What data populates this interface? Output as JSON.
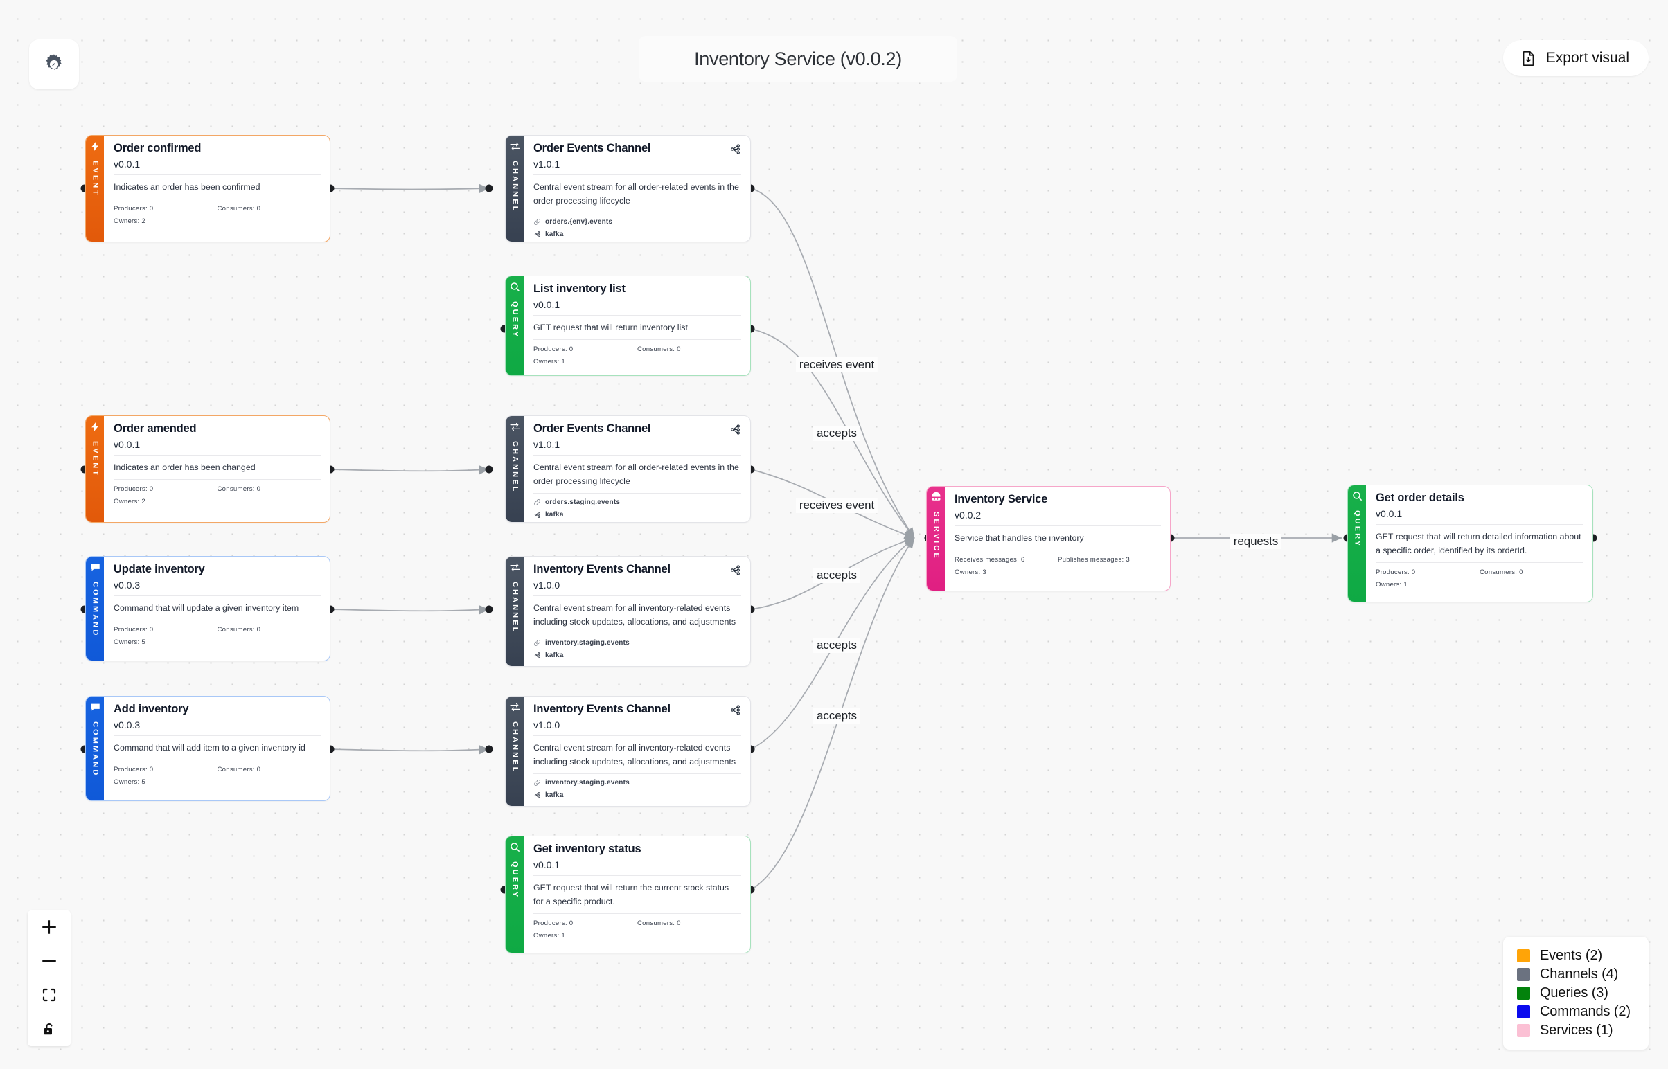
{
  "header": {
    "title": "Inventory Service (v0.0.2)",
    "export_label": "Export visual",
    "settings_icon": "gear-icon",
    "export_icon": "file-download-icon"
  },
  "controls": {
    "zoom_in": "+",
    "zoom_out": "−",
    "fit_view_icon": "fit-view-icon",
    "lock_icon": "unlock-icon"
  },
  "legend": {
    "items": [
      {
        "label": "Events (2)",
        "color": "#ffa408"
      },
      {
        "label": "Channels (4)",
        "color": "#6b7280"
      },
      {
        "label": "Queries (3)",
        "color": "#03820c"
      },
      {
        "label": "Commands (2)",
        "color": "#0a0aee"
      },
      {
        "label": "Services (1)",
        "color": "#fbc0d4"
      }
    ]
  },
  "nodes": [
    {
      "id": "order-confirmed",
      "kind": "event",
      "spine": "EVENT",
      "icon": "bolt-icon",
      "title": "Order confirmed",
      "version": "v0.0.1",
      "description": "Indicates an order has been confirmed",
      "stat_left": "Producers: 0",
      "stat_right": "Consumers: 0",
      "owners": "Owners: 2"
    },
    {
      "id": "order-events-channel-env",
      "kind": "channel",
      "spine": "CHANNEL",
      "icon": "exchange-arrows-icon",
      "title": "Order Events Channel",
      "version": "v1.0.1",
      "description": "Central event stream for all order-related events in the order processing lifecycle",
      "address": "orders.{env}.events",
      "protocol": "kafka",
      "corner_icon": "node-graph-icon"
    },
    {
      "id": "list-inventory-list",
      "kind": "query",
      "spine": "QUERY",
      "icon": "magnifier-icon",
      "title": "List inventory list",
      "version": "v0.0.1",
      "description": "GET request that will return inventory list",
      "stat_left": "Producers: 0",
      "stat_right": "Consumers: 0",
      "owners": "Owners: 1"
    },
    {
      "id": "order-amended",
      "kind": "event",
      "spine": "EVENT",
      "icon": "bolt-icon",
      "title": "Order amended",
      "version": "v0.0.1",
      "description": "Indicates an order has been changed",
      "stat_left": "Producers: 0",
      "stat_right": "Consumers: 0",
      "owners": "Owners: 2"
    },
    {
      "id": "order-events-channel-staging",
      "kind": "channel",
      "spine": "CHANNEL",
      "icon": "exchange-arrows-icon",
      "title": "Order Events Channel",
      "version": "v1.0.1",
      "description": "Central event stream for all order-related events in the order processing lifecycle",
      "address": "orders.staging.events",
      "protocol": "kafka",
      "corner_icon": "node-graph-icon"
    },
    {
      "id": "update-inventory",
      "kind": "command",
      "spine": "COMMAND",
      "icon": "message-icon",
      "title": "Update inventory",
      "version": "v0.0.3",
      "description": "Command that will update a given inventory item",
      "stat_left": "Producers: 0",
      "stat_right": "Consumers: 0",
      "owners": "Owners: 5"
    },
    {
      "id": "inventory-events-channel-1",
      "kind": "channel",
      "spine": "CHANNEL",
      "icon": "exchange-arrows-icon",
      "title": "Inventory Events Channel",
      "version": "v1.0.0",
      "description": "Central event stream for all inventory-related events including stock updates, allocations, and adjustments",
      "address": "inventory.staging.events",
      "protocol": "kafka",
      "corner_icon": "node-graph-icon"
    },
    {
      "id": "add-inventory",
      "kind": "command",
      "spine": "COMMAND",
      "icon": "message-icon",
      "title": "Add inventory",
      "version": "v0.0.3",
      "description": "Command that will add item to a given inventory id",
      "stat_left": "Producers: 0",
      "stat_right": "Consumers: 0",
      "owners": "Owners: 5"
    },
    {
      "id": "inventory-events-channel-2",
      "kind": "channel",
      "spine": "CHANNEL",
      "icon": "exchange-arrows-icon",
      "title": "Inventory Events Channel",
      "version": "v1.0.0",
      "description": "Central event stream for all inventory-related events including stock updates, allocations, and adjustments",
      "address": "inventory.staging.events",
      "protocol": "kafka",
      "corner_icon": "node-graph-icon"
    },
    {
      "id": "get-inventory-status",
      "kind": "query",
      "spine": "QUERY",
      "icon": "magnifier-icon",
      "title": "Get inventory status",
      "version": "v0.0.1",
      "description": "GET request that will return the current stock status for a specific product.",
      "stat_left": "Producers: 0",
      "stat_right": "Consumers: 0",
      "owners": "Owners: 1"
    },
    {
      "id": "inventory-service",
      "kind": "service",
      "spine": "SERVICE",
      "icon": "server-icon",
      "title": "Inventory Service",
      "version": "v0.0.2",
      "description": "Service that handles the inventory",
      "stat_left": "Receives messages: 6",
      "stat_right": "Publishes messages: 3",
      "owners": "Owners: 3"
    },
    {
      "id": "get-order-details",
      "kind": "query",
      "spine": "QUERY",
      "icon": "magnifier-icon",
      "title": "Get order details",
      "version": "v0.0.1",
      "description": "GET request that will return detailed information about a specific order, identified by its orderId.",
      "stat_left": "Producers: 0",
      "stat_right": "Consumers: 0",
      "owners": "Owners: 1"
    }
  ],
  "edge_labels": [
    {
      "id": "lbl-receives-event-1",
      "text": "receives event"
    },
    {
      "id": "lbl-accepts-1",
      "text": "accepts"
    },
    {
      "id": "lbl-receives-event-2",
      "text": "receives event"
    },
    {
      "id": "lbl-accepts-2",
      "text": "accepts"
    },
    {
      "id": "lbl-accepts-3",
      "text": "accepts"
    },
    {
      "id": "lbl-accepts-4",
      "text": "accepts"
    },
    {
      "id": "lbl-requests",
      "text": "requests"
    }
  ]
}
